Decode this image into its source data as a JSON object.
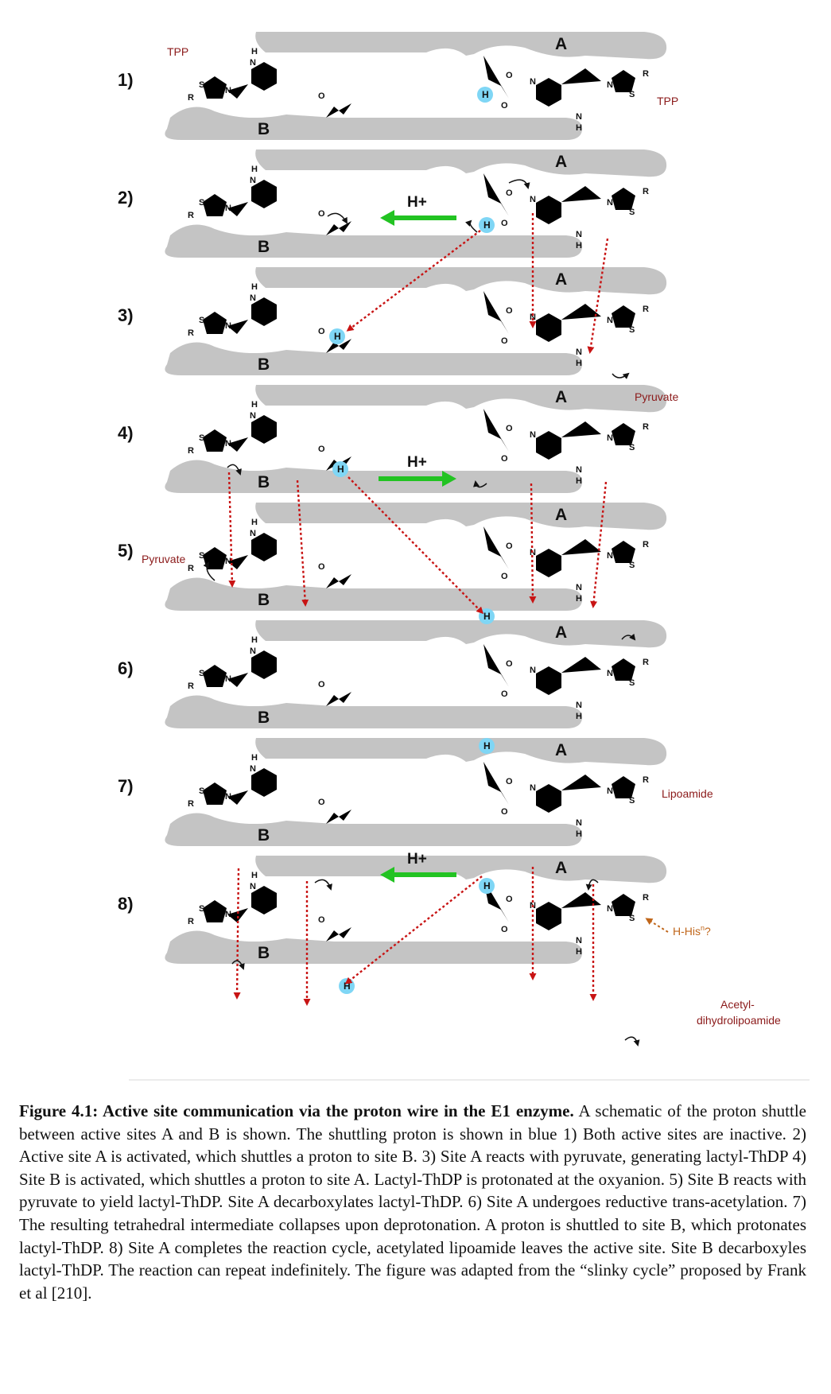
{
  "steps": [
    "1)",
    "2)",
    "3)",
    "4)",
    "5)",
    "6)",
    "7)",
    "8)"
  ],
  "site_labels": {
    "a": "A",
    "b": "B"
  },
  "proton_label": "H+",
  "shuttle_h": "H",
  "molecule_labels": {
    "tpp": "TPP",
    "pyruvate": "Pyruvate",
    "lipoamide": "Lipoamide",
    "h_his": "H-His",
    "h_his_sup": "n",
    "h_his_suffix": "?",
    "acetyl_line1": "Acetyl-",
    "acetyl_line2": "dihydrolipoamide"
  },
  "caption": {
    "bold": "Figure 4.1: Active site communication via the proton wire in the E1 enzyme.",
    "text": " A schematic of the proton shuttle between active sites A and B is shown. The shuttling proton is shown in blue 1) Both active sites are inactive. 2) Active site A is activated, which shuttles a proton to site B. 3) Site A reacts with pyruvate, generating lactyl-ThDP 4) Site B is activated, which shuttles a proton to site A. Lactyl-ThDP is protonated at the oxyanion. 5) Site B reacts with pyruvate to yield lactyl-ThDP. Site A decarboxylates lactyl-ThDP. 6) Site A undergoes reductive trans-acetylation. 7) The resulting tetrahedral intermediate collapses upon deprotonation. A proton is shuttled to site B, which protonates lactyl-ThDP. 8) Site A completes the reaction cycle, acetylated lipoamide leaves the active site. Site B decarboxyles lactyl-ThDP. The reaction can repeat indefinitely. The figure was adapted from the “slinky cycle” proposed by Frank et al [210]."
  },
  "colors": {
    "protein": "#c4c4c4",
    "proton_highlight": "#7fd6f5",
    "transfer_arrow": "#c81414",
    "shuttle_arrow": "#22c322",
    "label": "#8b1a1a",
    "his_label": "#c0661a"
  },
  "icons": [
    "thiazolium-ring",
    "aminopyrimidine-ring",
    "glutamate-side-chain",
    "curved-arrow",
    "dotted-transfer-arrow"
  ]
}
